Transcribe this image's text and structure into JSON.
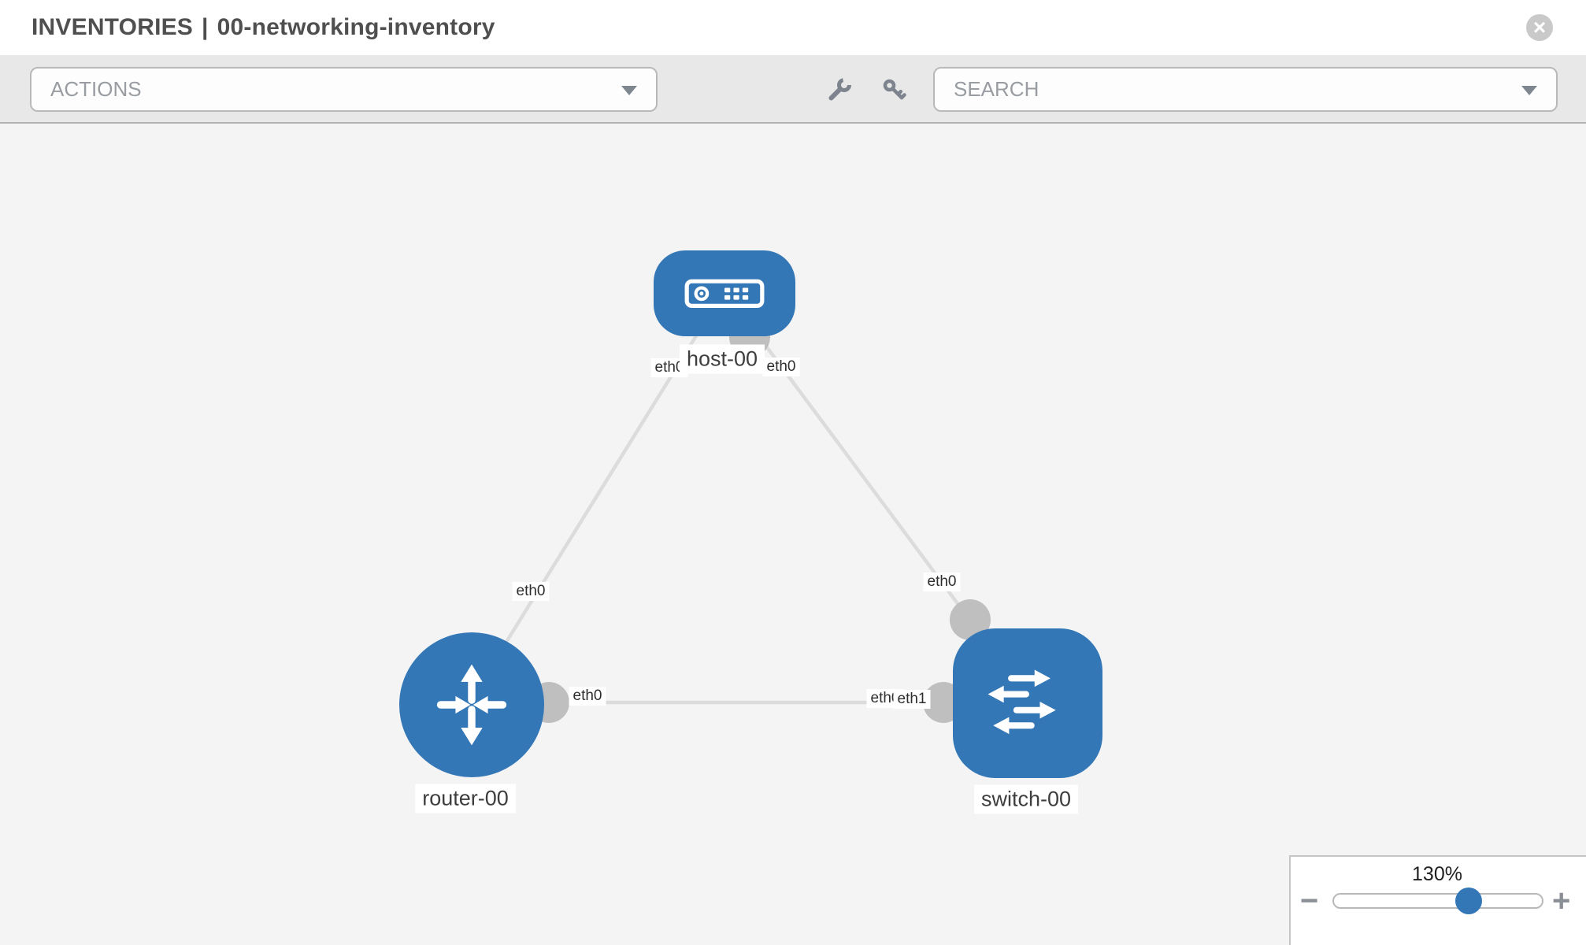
{
  "header": {
    "section": "INVENTORIES",
    "divider": "|",
    "inventory_name": "00-networking-inventory"
  },
  "window": {
    "close_glyph": "×"
  },
  "toolbar": {
    "actions_label": "ACTIONS",
    "search_label": "SEARCH",
    "icons": [
      "wrench-icon",
      "key-icon"
    ]
  },
  "topology": {
    "nodes": [
      {
        "id": "host-00",
        "type": "host",
        "label": "host-00"
      },
      {
        "id": "router-00",
        "type": "router",
        "label": "router-00"
      },
      {
        "id": "switch-00",
        "type": "switch",
        "label": "switch-00"
      }
    ],
    "links": [
      {
        "from": "host-00",
        "to": "router-00"
      },
      {
        "from": "host-00",
        "to": "switch-00"
      },
      {
        "from": "router-00",
        "to": "switch-00"
      }
    ],
    "interface_labels": [
      {
        "id": "host-router-link-host-end",
        "text": "eth0"
      },
      {
        "id": "host-switch-link-host-end",
        "text": "eth0"
      },
      {
        "id": "host-router-link-router-end",
        "text": "eth0"
      },
      {
        "id": "host-switch-link-switch-end",
        "text": "eth0"
      },
      {
        "id": "router-switch-link-router-end",
        "text": "eth0"
      },
      {
        "id": "router-switch-link-switch-end-back",
        "text": "eth0"
      },
      {
        "id": "router-switch-link-switch-end-front",
        "text": "eth1"
      }
    ]
  },
  "zoom_control": {
    "level": "130%",
    "minus_glyph": "−",
    "plus_glyph": "+"
  },
  "colors": {
    "node_blue": "#3477b6",
    "link_gray": "#dcdcdc",
    "connector_gray": "#bfbfbf",
    "toolbar_bg": "#e8e8e8",
    "canvas_bg": "#f4f4f4"
  }
}
